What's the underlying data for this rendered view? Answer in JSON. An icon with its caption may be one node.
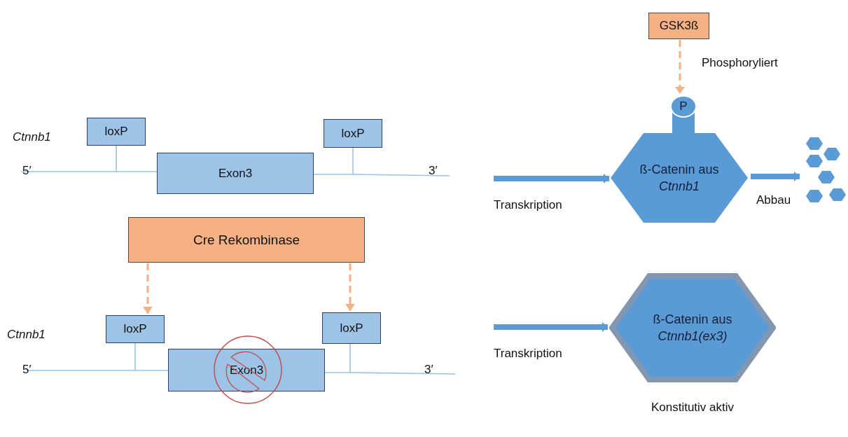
{
  "diagram": {
    "nodes": [
      {
        "text": [
          "loxP"
        ]
      },
      {
        "text": [
          "loxP"
        ]
      },
      {
        "text": [
          "Exon3"
        ]
      },
      {
        "text": [
          "Cre Rekombinase"
        ]
      },
      {
        "text": [
          "GSK3ß"
        ]
      },
      {
        "text": [
          "P"
        ]
      },
      {
        "text": [
          "ß-Catenin aus *Ctnnb1*"
        ]
      },
      {
        "text": [
          "loxP"
        ]
      },
      {
        "text": [
          "loxP"
        ]
      },
      {
        "text": [
          "Exon3"
        ]
      },
      {
        "text": [
          "ß-Catenin aus *Ctnnb1(ex3)*"
        ],
        "beside": [
          "Konstitutiv aktiv"
        ]
      },
      {
        "text": [],
        "shape": "picture"
      }
    ],
    "edges": [
      {
        "from": 3,
        "to": 7,
        "arrow": "to",
        "style": "dashed",
        "color": "#f4b183"
      },
      {
        "from": 3,
        "to": 8,
        "arrow": "to",
        "style": "dashed",
        "color": "#f4b183"
      },
      {
        "from": 4,
        "to": 5,
        "arrow": "to",
        "style": "dashed",
        "color": "#f4b183",
        "label": "Phosphoryliert"
      },
      {
        "from": null,
        "to": 6,
        "arrow": "to",
        "style": "thick",
        "color": "#5b9bd5",
        "label": "Transkription"
      },
      {
        "from": 6,
        "to": 11,
        "arrow": "to",
        "style": "thick",
        "color": "#5b9bd5",
        "label": "Abbau"
      },
      {
        "from": null,
        "to": 10,
        "arrow": "to",
        "style": "thick",
        "color": "#5b9bd5",
        "label": "Transkription"
      },
      {
        "from": 0,
        "to": 2,
        "arrow": "none",
        "color": "#9dc3e6"
      },
      {
        "from": 1,
        "to": 2,
        "arrow": "none",
        "color": "#9dc3e6"
      },
      {
        "from": 7,
        "to": 9,
        "arrow": "none",
        "color": "#9dc3e6"
      },
      {
        "from": 8,
        "to": 9,
        "arrow": "none",
        "color": "#9dc3e6"
      }
    ],
    "labels": [
      "Ctnnb1",
      "5′",
      "3′",
      "Ctnnb1",
      "5′",
      "3′"
    ]
  }
}
